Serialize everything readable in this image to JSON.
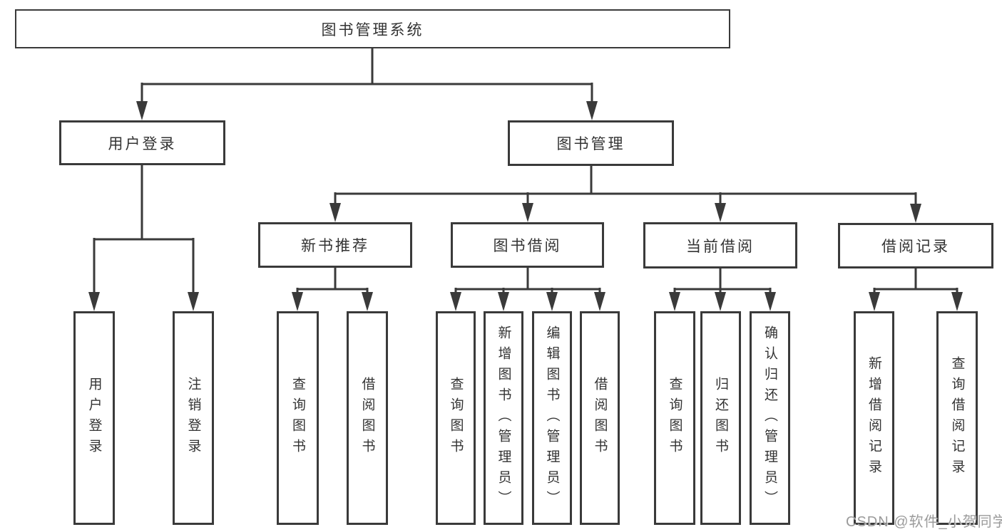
{
  "diagram": {
    "root": {
      "label": "图书管理系统"
    },
    "level2": [
      {
        "label": "用户登录",
        "children": [
          "用户登录",
          "注销登录"
        ]
      },
      {
        "label": "图书管理",
        "children": [
          {
            "label": "新书推荐",
            "children": [
              "查询图书",
              "借阅图书"
            ]
          },
          {
            "label": "图书借阅",
            "children": [
              "查询图书",
              "新增图书（管理员）",
              "编辑图书（管理员）",
              "借阅图书"
            ]
          },
          {
            "label": "当前借阅",
            "children": [
              "查询图书",
              "归还图书",
              "确认归还（管理员）"
            ]
          },
          {
            "label": "借阅记录",
            "children": [
              "新增借阅记录",
              "查询借阅记录"
            ]
          }
        ]
      }
    ]
  },
  "watermark": {
    "text": "CSDN @软件_小贺同学"
  },
  "colors": {
    "line": "#3a3a3a",
    "text": "#333333",
    "watermark": "#9b9b9b",
    "background": "#ffffff"
  }
}
